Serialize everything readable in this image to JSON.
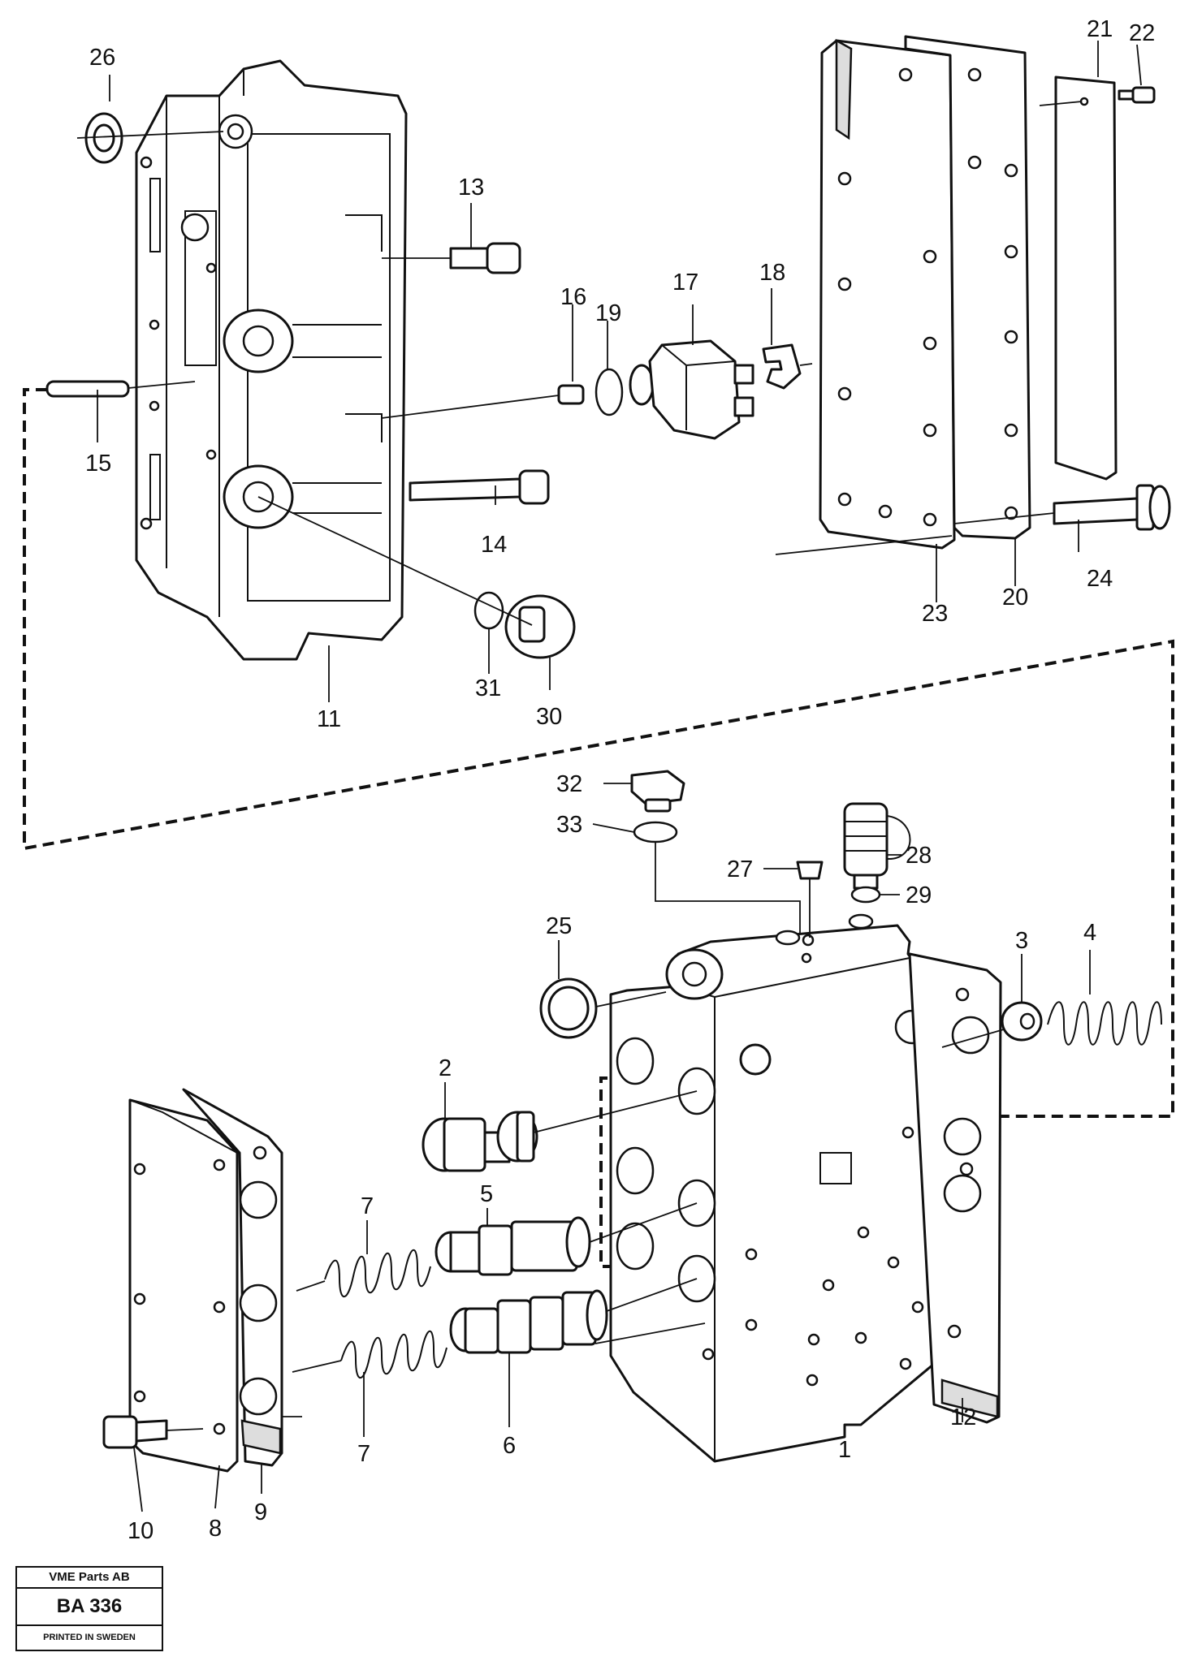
{
  "labels": {
    "p1": "1",
    "p2": "2",
    "p3": "3",
    "p4": "4",
    "p5": "5",
    "p6": "6",
    "p7a": "7",
    "p7b": "7",
    "p8": "8",
    "p9": "9",
    "p10": "10",
    "p11": "11",
    "p12": "12",
    "p13": "13",
    "p14": "14",
    "p15": "15",
    "p16": "16",
    "p17": "17",
    "p18": "18",
    "p19": "19",
    "p20": "20",
    "p21": "21",
    "p22": "22",
    "p23": "23",
    "p24": "24",
    "p25": "25",
    "p26": "26",
    "p27": "27",
    "p28": "28",
    "p29": "29",
    "p30": "30",
    "p31": "31",
    "p32": "32",
    "p33": "33"
  },
  "stamp": {
    "company": "VME Parts AB",
    "code": "BA 336",
    "printed": "PRINTED IN SWEDEN"
  }
}
